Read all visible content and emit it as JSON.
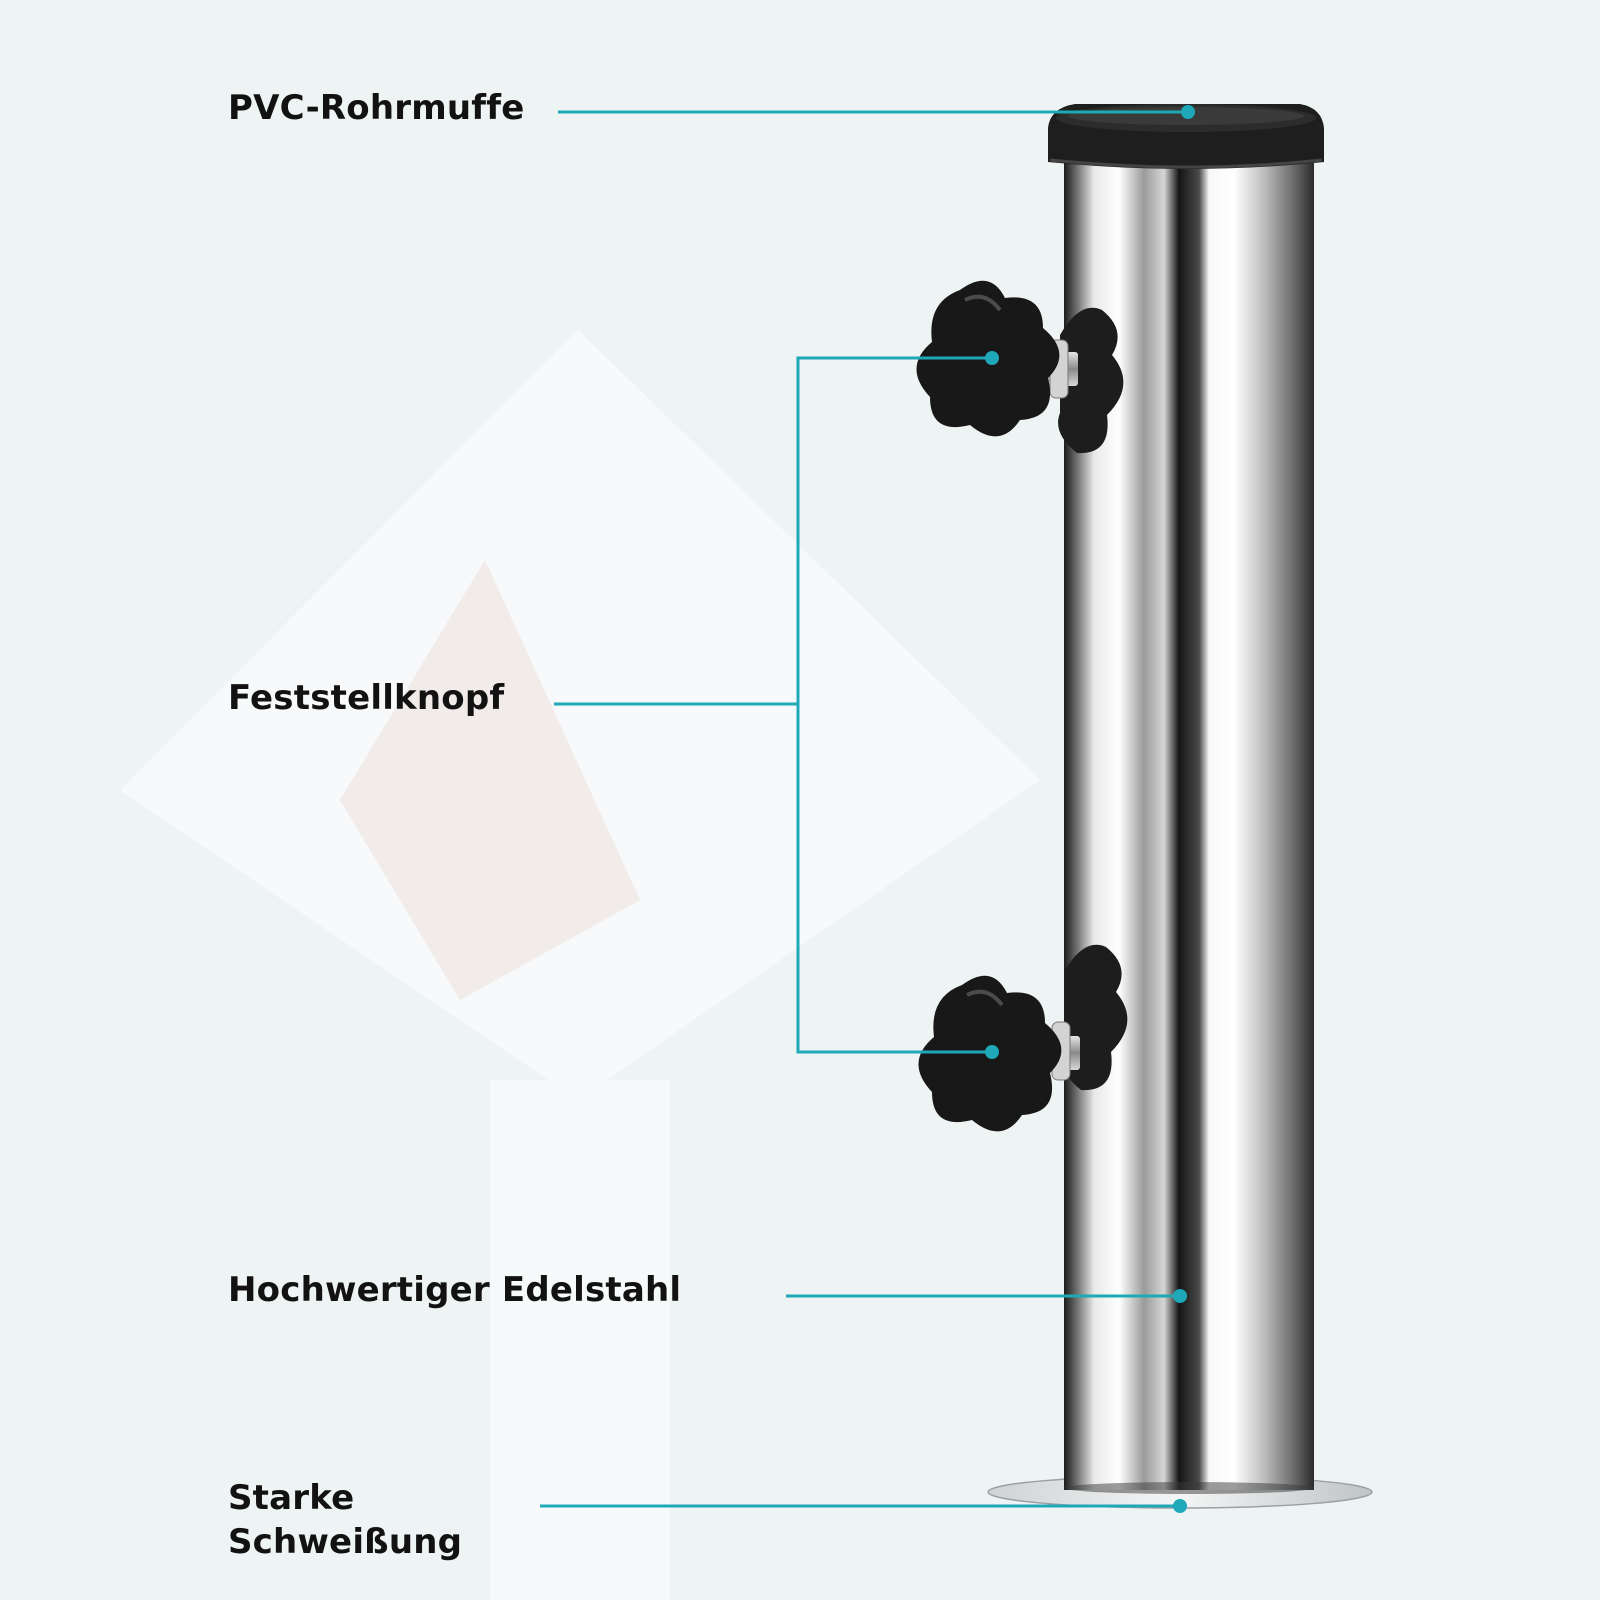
{
  "callouts": {
    "pvc_sleeve": "PVC-Rohrmuffe",
    "locking_knob": "Feststellknopf",
    "stainless_steel": "Hochwertiger Edelstahl",
    "welding_line1": "Starke",
    "welding_line2": "Schweißung"
  },
  "colors": {
    "background": "#eef3f4",
    "callout_line": "#1fa9b8",
    "label_text": "#121212",
    "knob": "#1b1b1b",
    "steel_light": "#f2f2f2",
    "steel_dark": "#2a2a2a"
  },
  "icons": {
    "knob_top": "star-knob-icon",
    "knob_bottom": "star-knob-icon",
    "tube": "steel-tube-icon"
  }
}
